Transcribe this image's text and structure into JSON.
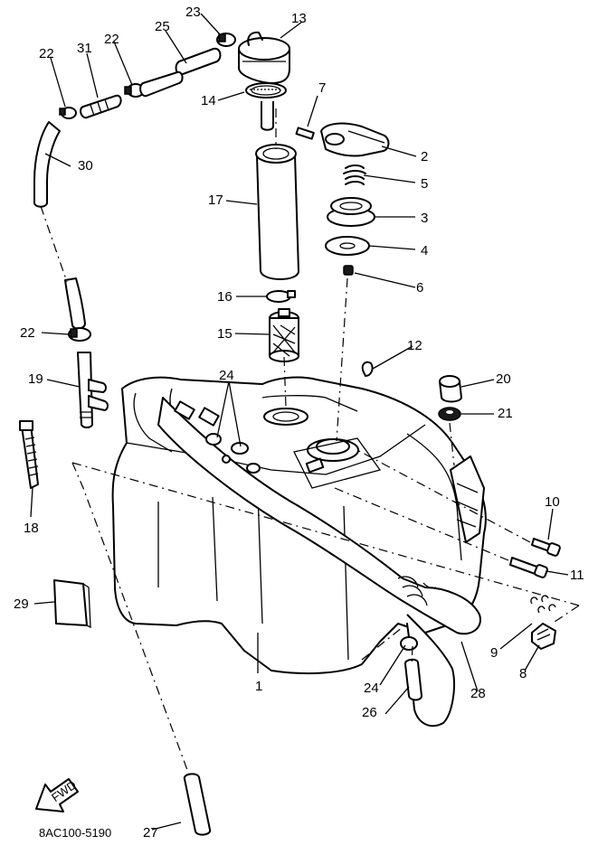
{
  "drawing_code": "8AC100-5190",
  "fwd_label": "FWD",
  "callouts": [
    {
      "id": "c1",
      "text": "1"
    },
    {
      "id": "c2",
      "text": "2"
    },
    {
      "id": "c3",
      "text": "3"
    },
    {
      "id": "c4",
      "text": "4"
    },
    {
      "id": "c5",
      "text": "5"
    },
    {
      "id": "c6",
      "text": "6"
    },
    {
      "id": "c7",
      "text": "7"
    },
    {
      "id": "c8",
      "text": "8"
    },
    {
      "id": "c9",
      "text": "9"
    },
    {
      "id": "c10",
      "text": "10"
    },
    {
      "id": "c11",
      "text": "11"
    },
    {
      "id": "c12",
      "text": "12"
    },
    {
      "id": "c13",
      "text": "13"
    },
    {
      "id": "c14",
      "text": "14"
    },
    {
      "id": "c15",
      "text": "15"
    },
    {
      "id": "c16",
      "text": "16"
    },
    {
      "id": "c17",
      "text": "17"
    },
    {
      "id": "c18",
      "text": "18"
    },
    {
      "id": "c19",
      "text": "19"
    },
    {
      "id": "c20",
      "text": "20"
    },
    {
      "id": "c21",
      "text": "21"
    },
    {
      "id": "c22a",
      "text": "22"
    },
    {
      "id": "c22b",
      "text": "22"
    },
    {
      "id": "c22c",
      "text": "22"
    },
    {
      "id": "c23",
      "text": "23"
    },
    {
      "id": "c24a",
      "text": "24"
    },
    {
      "id": "c24b",
      "text": "24"
    },
    {
      "id": "c25",
      "text": "25"
    },
    {
      "id": "c26",
      "text": "26"
    },
    {
      "id": "c27",
      "text": "27"
    },
    {
      "id": "c28",
      "text": "28"
    },
    {
      "id": "c29",
      "text": "29"
    },
    {
      "id": "c30",
      "text": "30"
    },
    {
      "id": "c31",
      "text": "31"
    }
  ]
}
